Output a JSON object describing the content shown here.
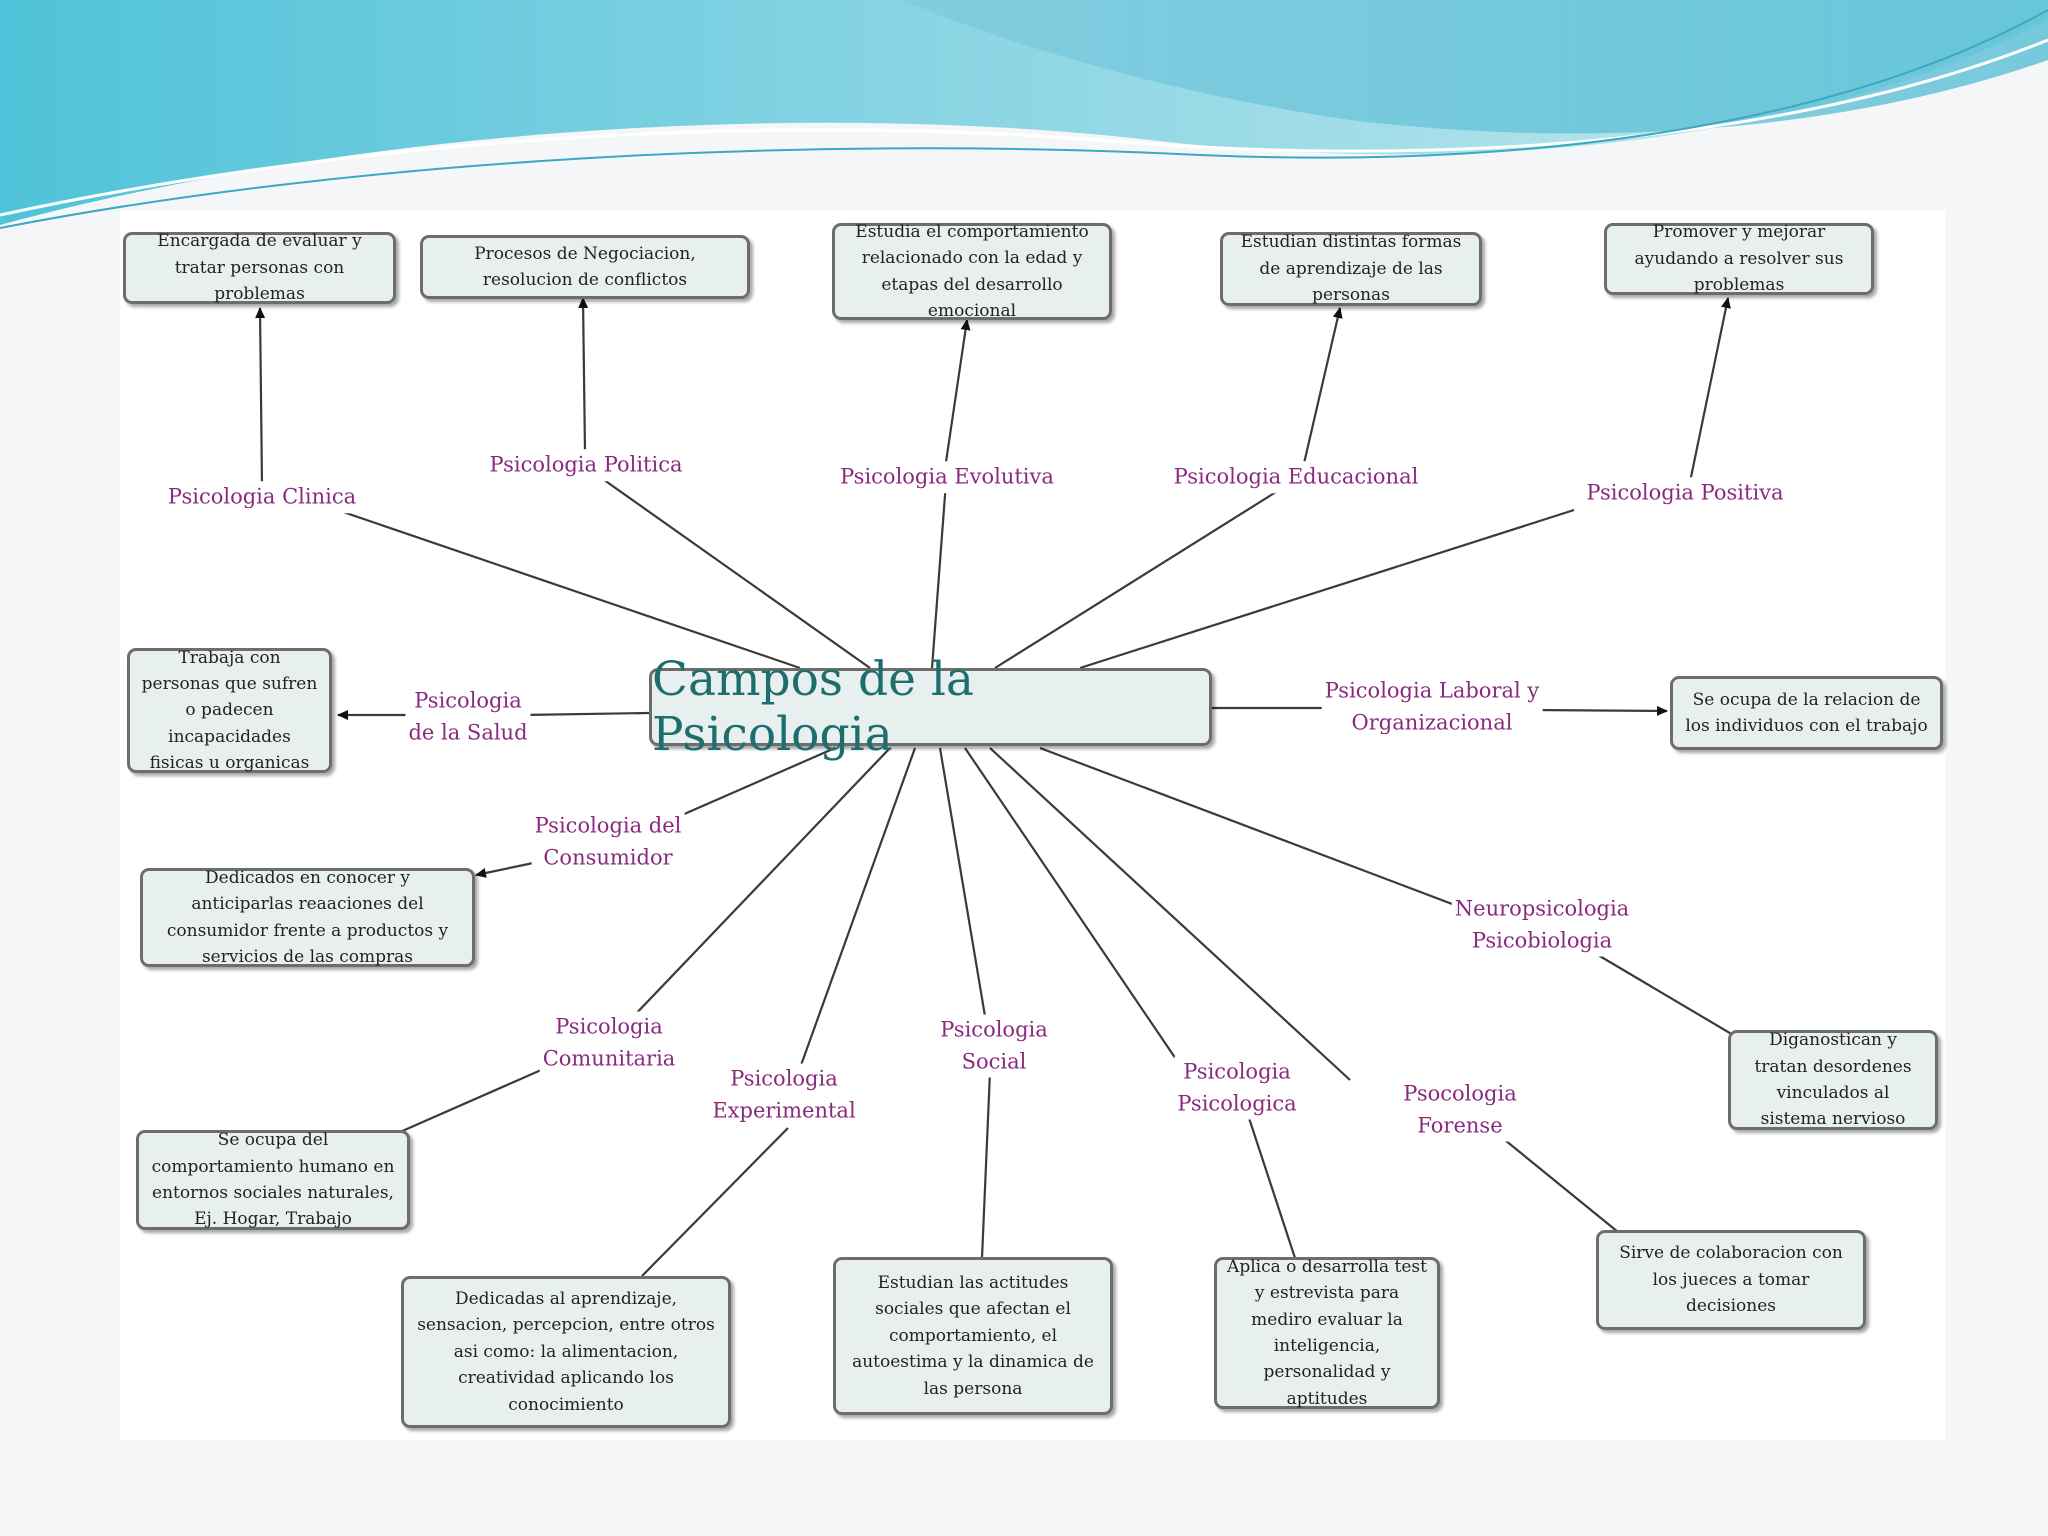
{
  "central": {
    "title": "Campos de la Psicologia"
  },
  "branches": {
    "clinica": {
      "label": "Psicologia Clinica",
      "description": "Encargada de evaluar y tratar personas con problemas"
    },
    "politica": {
      "label": "Psicologia Politica",
      "description": "Procesos de Negociacion, resolucion de conflictos"
    },
    "evolutiva": {
      "label": "Psicologia Evolutiva",
      "description": "Estudia el comportamiento relacionado con la edad y etapas del desarrollo emocional"
    },
    "educacional": {
      "label": "Psicologia Educacional",
      "description": "Estudian distintas formas de aprendizaje de las personas"
    },
    "positiva": {
      "label": "Psicologia Positiva",
      "description": "Promover y mejorar ayudando a resolver sus problemas"
    },
    "salud": {
      "label_line1": "Psicologia",
      "label_line2": "de la Salud",
      "description": "Trabaja con personas que sufren o padecen incapacidades fisicas u organicas"
    },
    "laboral": {
      "label_line1": "Psicologia Laboral y",
      "label_line2": "Organizacional",
      "description": "Se ocupa de la relacion de los individuos con el trabajo"
    },
    "consumidor": {
      "label_line1": "Psicologia del",
      "label_line2": "Consumidor",
      "description": "Dedicados en conocer y anticiparlas reaaciones del consumidor frente a productos y servicios de las compras"
    },
    "neuro": {
      "label_line1": "Neuropsicologia",
      "label_line2": "Psicobiologia",
      "description": "Diganostican y tratan desordenes vinculados al sistema nervioso"
    },
    "comunitaria": {
      "label_line1": "Psicologia",
      "label_line2": "Comunitaria",
      "description": "Se ocupa del comportamiento humano en entornos sociales naturales, Ej. Hogar, Trabajo"
    },
    "experimental": {
      "label_line1": "Psicologia",
      "label_line2": "Experimental",
      "description": "Dedicadas al aprendizaje, sensacion, percepcion, entre otros asi como: la alimentacion, creatividad aplicando los conocimiento"
    },
    "social": {
      "label_line1": "Psicologia",
      "label_line2": "Social",
      "description": "Estudian las actitudes sociales que afectan el comportamiento, el autoestima y la dinamica de las persona"
    },
    "psicologica": {
      "label_line1": "Psicologia",
      "label_line2": "Psicologica",
      "description": "Aplica o desarrolla test y estrevista para mediro evaluar la inteligencia, personalidad y aptitudes"
    },
    "forense": {
      "label_line1": "Psocologia",
      "label_line2": "Forense",
      "description": "Sirve de colaboracion con los jueces a tomar decisiones"
    }
  }
}
